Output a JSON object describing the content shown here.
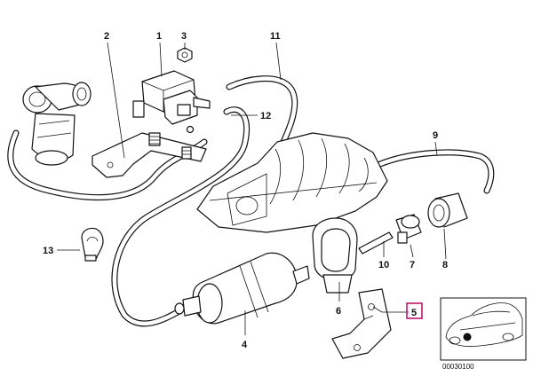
{
  "diagram": {
    "callouts": [
      {
        "id": "label-1",
        "text": "1"
      },
      {
        "id": "label-2",
        "text": "2"
      },
      {
        "id": "label-3",
        "text": "3"
      },
      {
        "id": "label-4",
        "text": "4"
      },
      {
        "id": "label-5",
        "text": "5",
        "highlighted": true
      },
      {
        "id": "label-6",
        "text": "6"
      },
      {
        "id": "label-7",
        "text": "7"
      },
      {
        "id": "label-8",
        "text": "8"
      },
      {
        "id": "label-9",
        "text": "9"
      },
      {
        "id": "label-10",
        "text": "10"
      },
      {
        "id": "label-11",
        "text": "11"
      },
      {
        "id": "label-12",
        "text": "12"
      },
      {
        "id": "label-13",
        "text": "13"
      }
    ],
    "reference_code": "00030100",
    "colors": {
      "line": "#111111",
      "highlight": "#c0176e",
      "background": "#ffffff"
    }
  }
}
